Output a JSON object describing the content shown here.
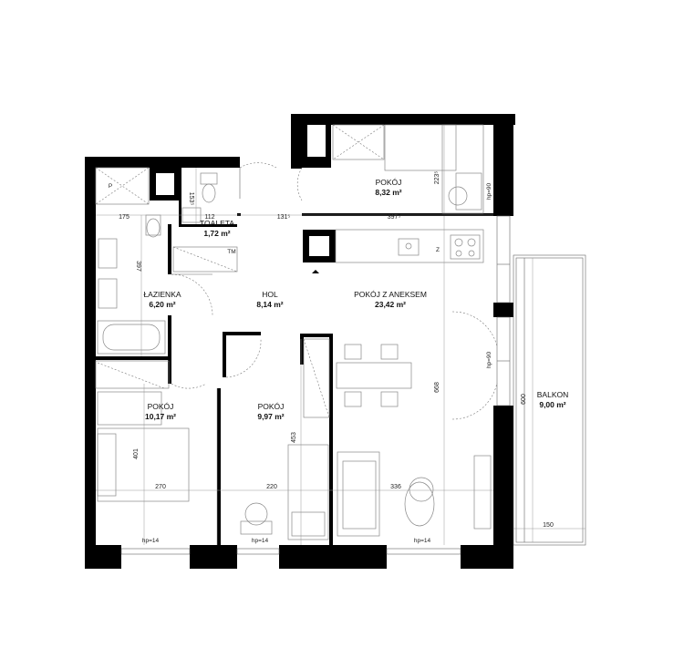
{
  "rooms": {
    "pokoj_top": {
      "name": "POKÓJ",
      "area": "8,32 m²"
    },
    "toaleta": {
      "name": "TOALETA",
      "area": "1,72 m²"
    },
    "lazienka": {
      "name": "ŁAZIENKA",
      "area": "6,20 m²"
    },
    "hol": {
      "name": "HOL",
      "area": "8,14 m²"
    },
    "pokoj_aneks": {
      "name": "POKÓJ Z ANEKSEM",
      "area": "23,42 m²"
    },
    "pokoj_left": {
      "name": "POKÓJ",
      "area": "10,17 m²"
    },
    "pokoj_mid": {
      "name": "POKÓJ",
      "area": "9,97 m²"
    },
    "balkon": {
      "name": "BALKON",
      "area": "9,00 m²"
    }
  },
  "dimensions": {
    "d175": "175",
    "d112": "112",
    "d131": "131⁵",
    "d397h": "397⁵",
    "d397v": "397",
    "d153": "153⁵",
    "d223": "223⁵",
    "d401": "401",
    "d453": "453",
    "d668": "668",
    "d600": "600",
    "d270": "270",
    "d220": "220",
    "d336": "336",
    "d150": "150"
  },
  "labels": {
    "hp90_top": "hp=90",
    "hp90_right": "hp=90",
    "hp14_left": "hp=14",
    "hp14_mid": "hp=14",
    "hp14_right": "hp=14",
    "p_mark": "P",
    "z_mark": "Z",
    "tm_mark": "TM"
  }
}
